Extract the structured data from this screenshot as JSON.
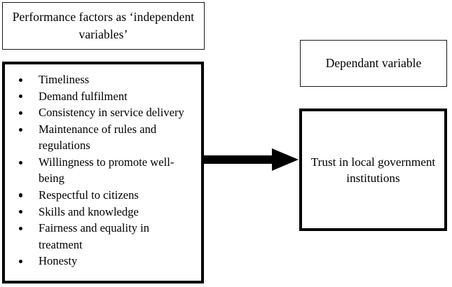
{
  "diagram": {
    "type": "conceptual-framework",
    "background_color": "#ffffff",
    "line_color": "#000000",
    "independent_label_box": {
      "text": "Performance factors as ‘independent variables’",
      "border": "thin"
    },
    "factors_box": {
      "border": "thick",
      "items": [
        "Timeliness",
        "Demand fulfilment",
        "Consistency in service delivery",
        "Maintenance of rules and regulations",
        "Willingness to promote well-being",
        "Respectful to citizens",
        "Skills and knowledge",
        "Fairness and equality in treatment",
        "Honesty"
      ]
    },
    "dependant_label_box": {
      "text": "Dependant variable",
      "border": "thin"
    },
    "trust_box": {
      "text": "Trust in local government institutions",
      "border": "thick"
    },
    "arrow": {
      "direction": "right",
      "from": "factors-box",
      "to": "trust-box",
      "color": "#000000"
    }
  }
}
